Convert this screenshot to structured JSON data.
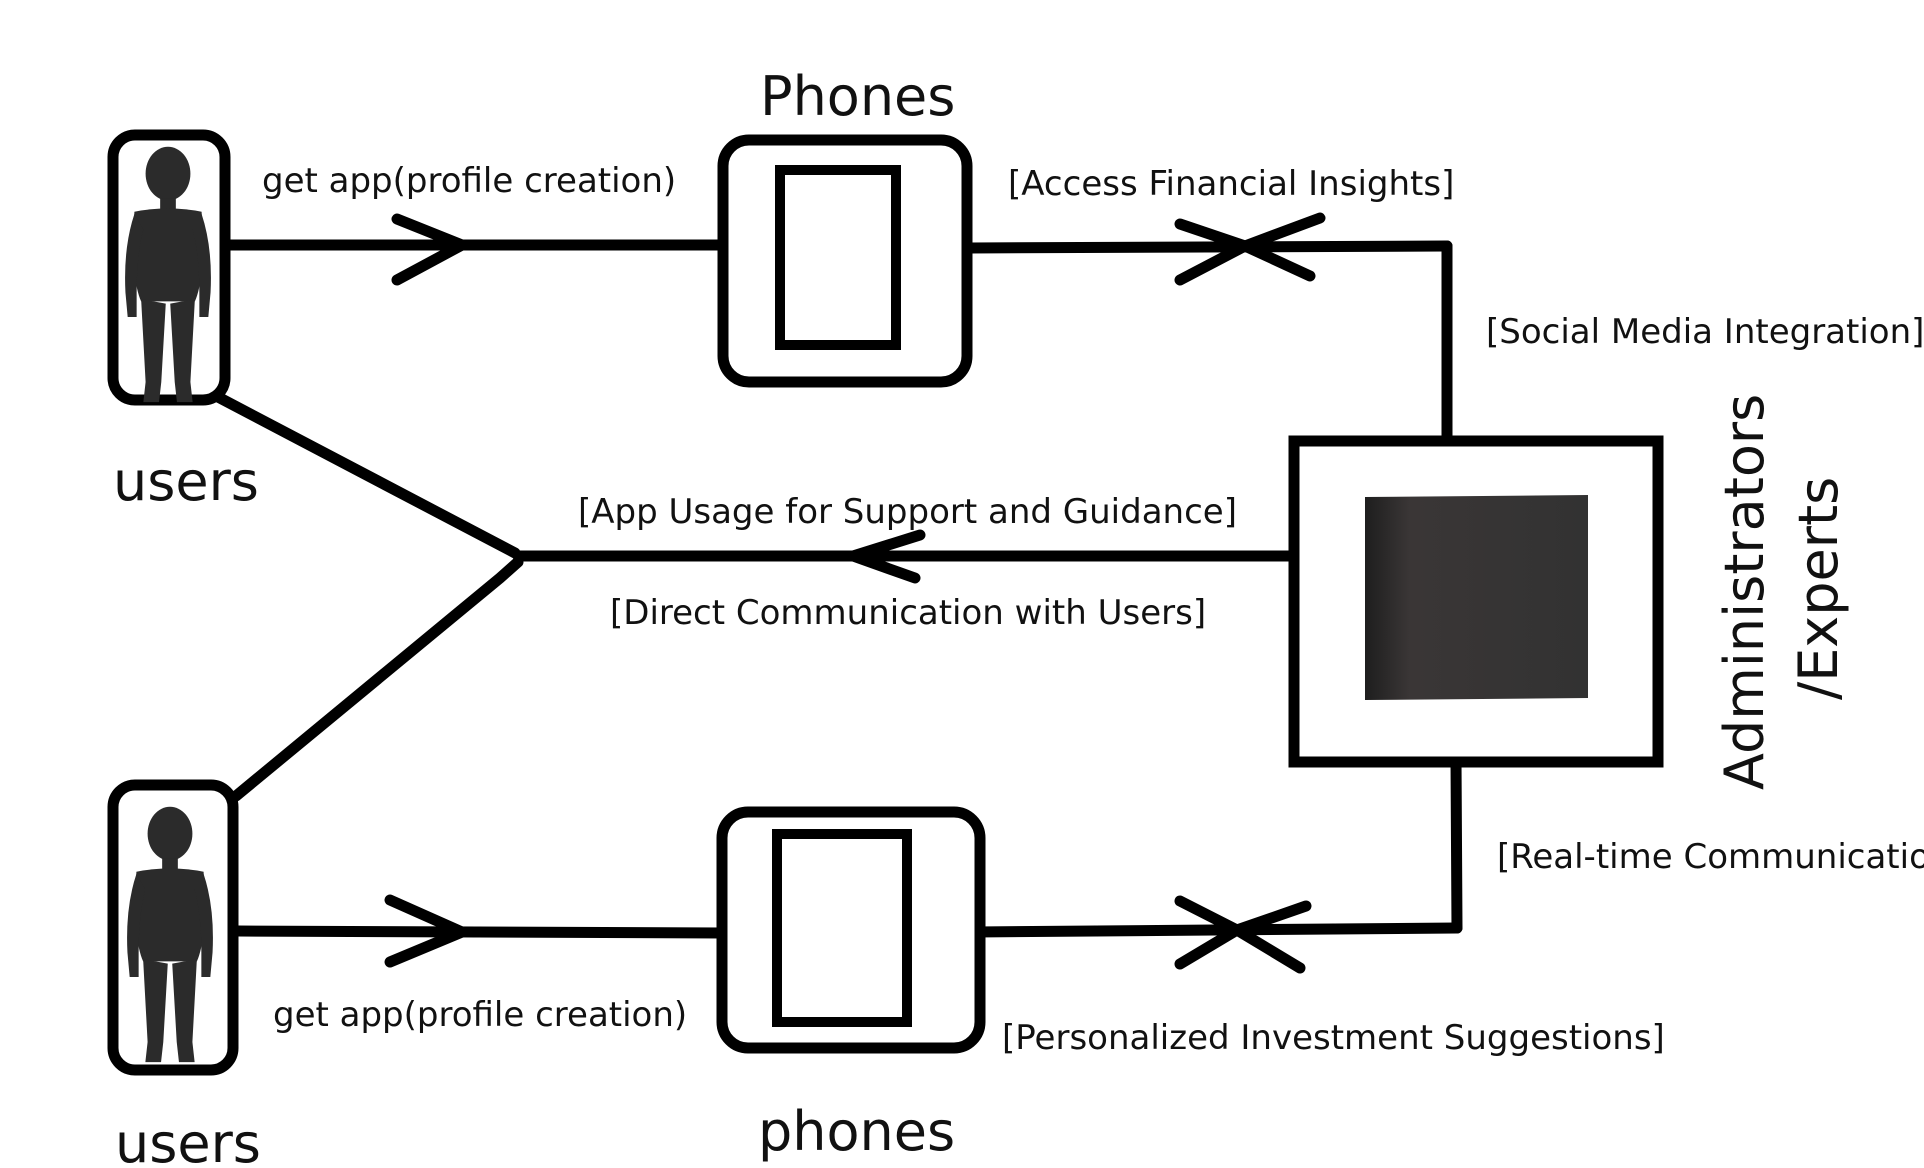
{
  "nodes": {
    "users_top": {
      "label": "users",
      "icon": "person-figure-icon"
    },
    "users_bottom": {
      "label": "users",
      "icon": "person-figure-icon"
    },
    "phones_top": {
      "label": "Phones",
      "icon": "phone-icon"
    },
    "phones_bottom": {
      "label": "phones",
      "icon": "phone-icon"
    },
    "admin": {
      "label_line1": "Administrators",
      "label_line2": "/Experts",
      "icon": "server-icon"
    }
  },
  "edges": {
    "get_app_top": "get app(profile creation)",
    "get_app_bottom": "get app(profile creation)",
    "access_insights": "[Access Financial Insights]",
    "social_media": "[Social Media Integration]",
    "app_usage": "[App Usage for Support and Guidance]",
    "direct_comm": "[Direct Communication with Users]",
    "realtime_comm": "[Real-time Communication]",
    "personalized": "[Personalized Investment Suggestions]"
  },
  "colors": {
    "stroke": "#000000",
    "server_fill": "#2a2a2a",
    "person_fill": "#2b2b2b"
  }
}
